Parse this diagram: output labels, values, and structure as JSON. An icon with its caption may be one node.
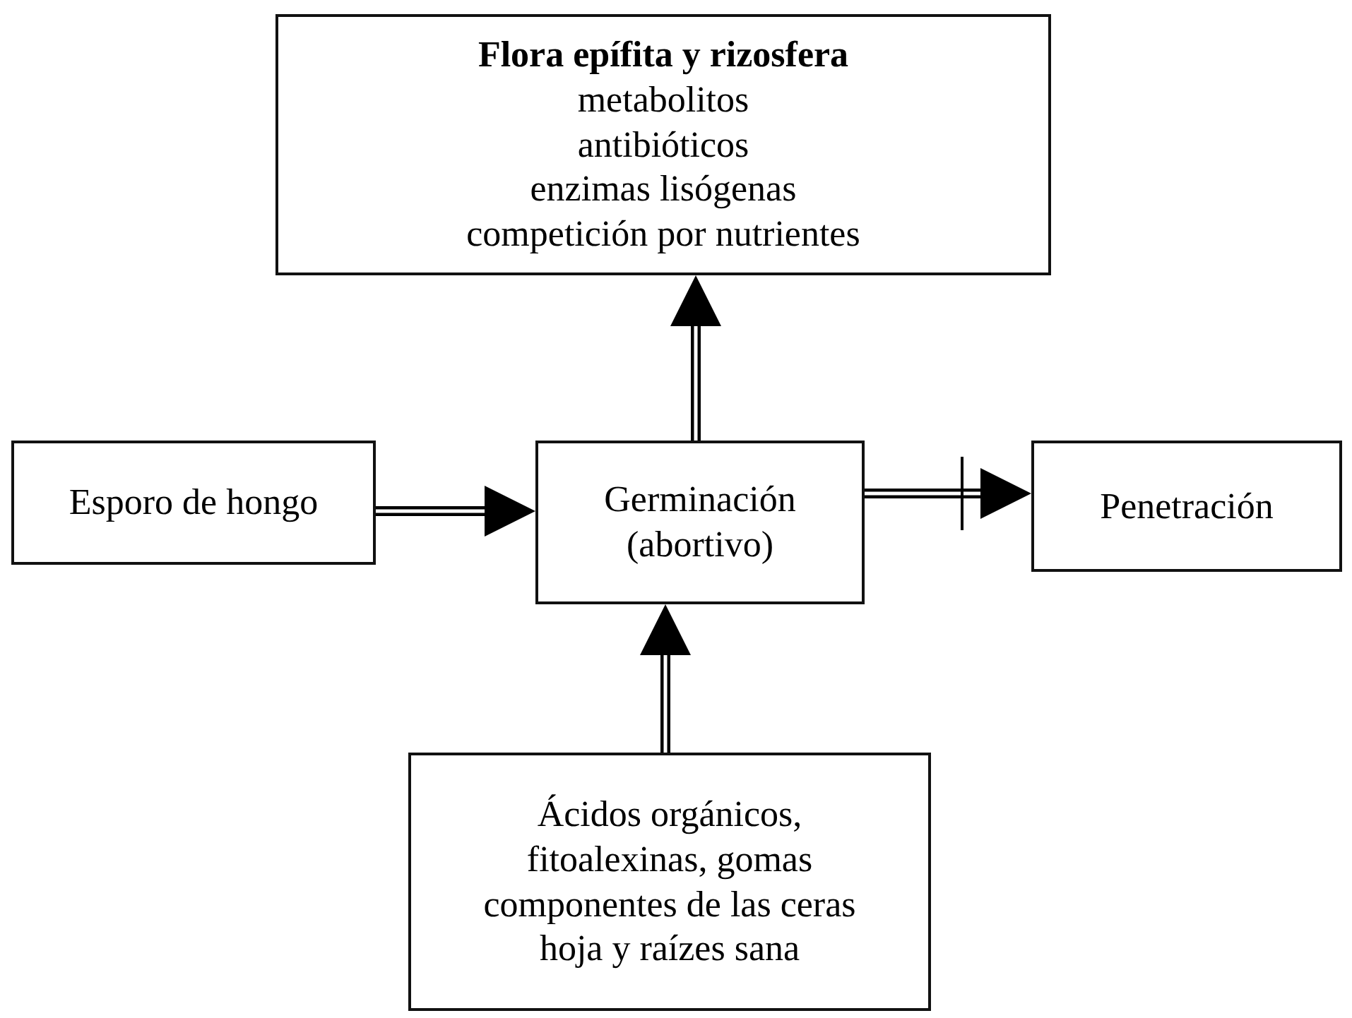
{
  "diagram": {
    "nodes": [
      {
        "text": [
          "Flora epífita y rizosfera",
          "metabolitos",
          "antibióticos",
          "enzimas lisógenas",
          "competición por nutrientes"
        ]
      },
      {
        "text": [
          "Esporo de hongo"
        ]
      },
      {
        "text": [
          "Germinación (abortivo)"
        ]
      },
      {
        "text": [
          "Penetración"
        ]
      },
      {
        "text": [
          "Ácidos orgánicos,",
          "fitoalexinas, gomas",
          "componentes de las ceras",
          "hoja y raízes sana"
        ]
      }
    ],
    "edges": [
      {
        "from": 1,
        "to": 2,
        "arrow": "to"
      },
      {
        "from": 2,
        "to": 0,
        "arrow": "to"
      },
      {
        "from": 4,
        "to": 2,
        "arrow": "to"
      },
      {
        "from": 2,
        "to": 3,
        "arrow": "to"
      }
    ]
  }
}
